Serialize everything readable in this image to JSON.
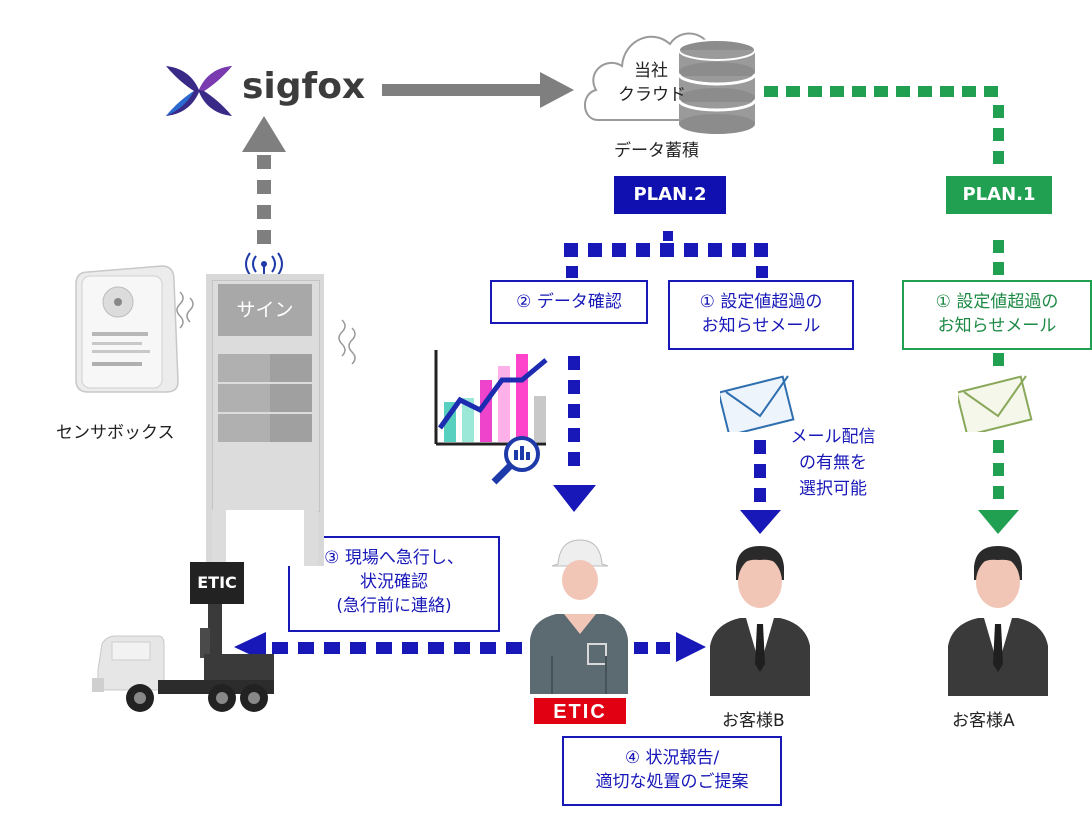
{
  "brand": {
    "sigfox": "sigfox",
    "etic": "ETIC"
  },
  "cloud": {
    "line1": "当社",
    "line2": "クラウド",
    "caption": "データ蓄積"
  },
  "plans": {
    "plan2": "PLAN.2",
    "plan1": "PLAN.1"
  },
  "boxes": {
    "data_check": "② データ確認",
    "mail_plan2_line1": "① 設定値超過の",
    "mail_plan2_line2": "お知らせメール",
    "mail_plan1_line1": "① 設定値超過の",
    "mail_plan1_line2": "お知らせメール",
    "rush_line1": "③ 現場へ急行し、",
    "rush_line2": "状況確認",
    "rush_line3": "(急行前に連絡)",
    "report_line1": "④ 状況報告/",
    "report_line2": "適切な処置のご提案"
  },
  "labels": {
    "sensor_box": "センサボックス",
    "sign": "サイン",
    "mail_option_line1": "メール配信",
    "mail_option_line2": "の有無を",
    "mail_option_line3": "選択可能",
    "customer_b": "お客様B",
    "customer_a": "お客様A",
    "truck_etic": "ETIC"
  },
  "colors": {
    "blue": "#1818b8",
    "green": "#22a052",
    "gray": "#808080"
  }
}
